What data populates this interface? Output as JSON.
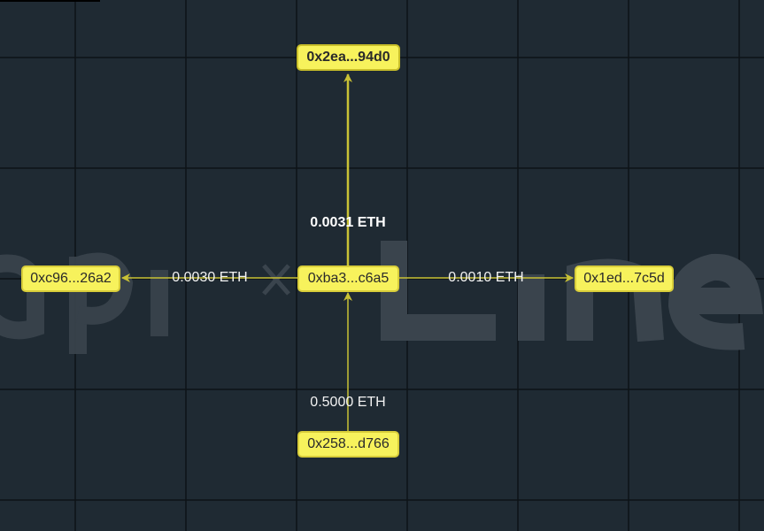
{
  "colors": {
    "background": "#1f2a33",
    "grid": "#0d1217",
    "edge": "#c9c235",
    "node_fill": "#f7f25c",
    "label": "#f2f2f2"
  },
  "graph": {
    "nodes": {
      "center": "0xba3...c6a5",
      "top": "0x2ea...94d0",
      "left": "0xc96...26a2",
      "right": "0x1ed...7c5d",
      "bottom": "0x258...d766"
    },
    "edges": {
      "to_top": "0.0031 ETH",
      "to_left": "0.0030 ETH",
      "to_right": "0.0010 ETH",
      "from_bottom": "0.5000 ETH"
    }
  }
}
